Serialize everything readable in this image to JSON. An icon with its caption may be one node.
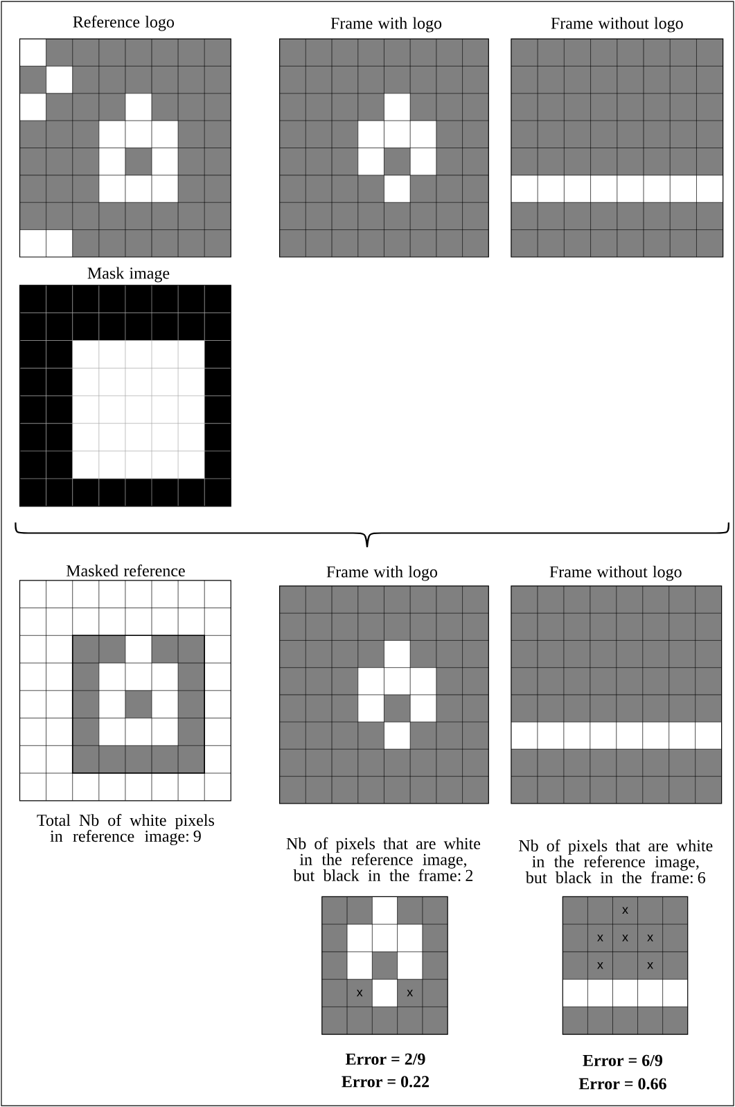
{
  "diagram": {
    "labels": [
      "Reference logo",
      "Frame with logo",
      "Frame without logo",
      "Mask image",
      "Masked reference",
      "Frame with logo",
      "Frame without logo",
      "Total Nb of white pixels in reference image: 9",
      "Nb of pixels that are white in the reference image, but black in the frame: 2",
      "Nb of pixels that are white in the reference image, but black in the frame: 6",
      "x",
      "x",
      "x",
      "x",
      "x",
      "x",
      "x",
      "x",
      "Error = 2/9",
      "Error = 0.22",
      "Error = 6/9",
      "Error = 0.66"
    ]
  }
}
